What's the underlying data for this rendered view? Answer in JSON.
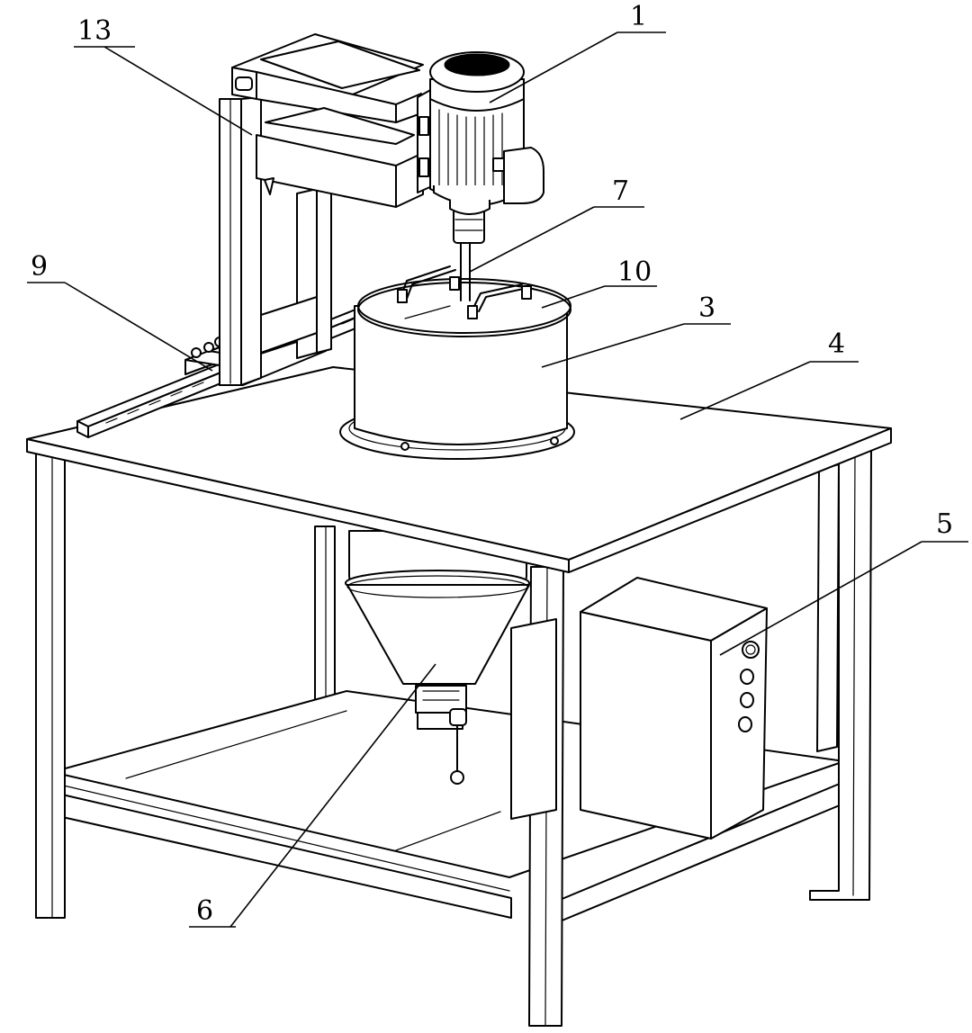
{
  "labels": {
    "motor": "1",
    "tank": "3",
    "table_top": "4",
    "control_box": "5",
    "hopper": "6",
    "shaft": "7",
    "rail": "9",
    "tank_lid": "10",
    "gantry_frame": "13"
  }
}
